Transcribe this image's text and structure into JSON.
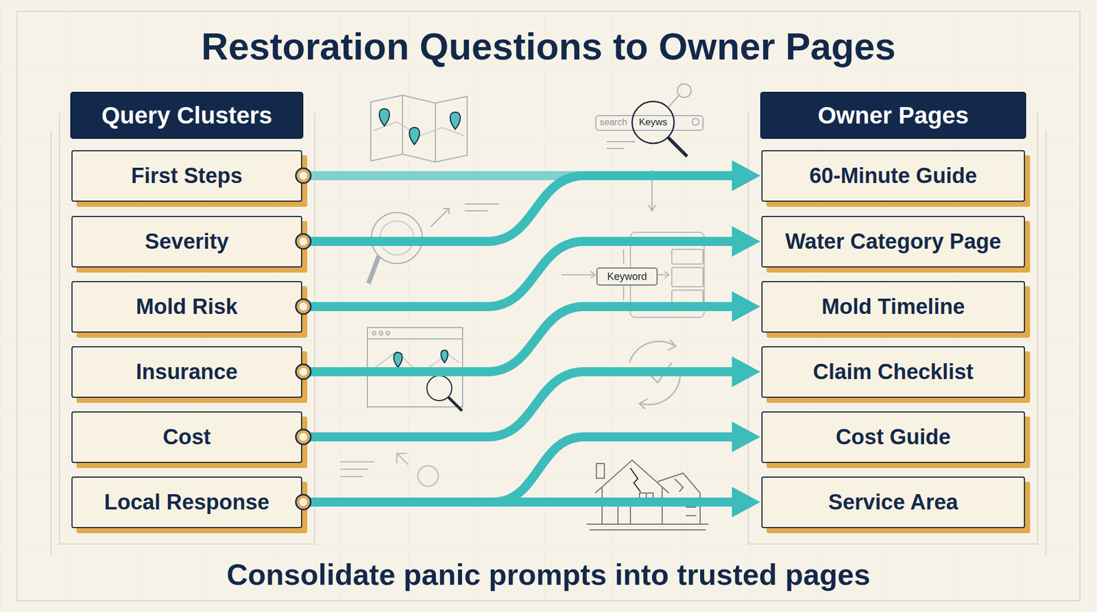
{
  "diagram": {
    "title": "Restoration Questions to Owner Pages",
    "caption": "Consolidate panic prompts into trusted pages",
    "nodes": [
      {
        "text": [
          "Query Clusters"
        ]
      },
      {
        "text": [
          "Owner Pages"
        ]
      },
      {
        "text": [
          "First Steps"
        ]
      },
      {
        "text": [
          "60-Minute Guide"
        ]
      },
      {
        "text": [
          "Severity"
        ]
      },
      {
        "text": [
          "Water Category Page"
        ]
      },
      {
        "text": [
          "Mold Risk"
        ]
      },
      {
        "text": [
          "Mold Timeline"
        ]
      },
      {
        "text": [
          "Insurance"
        ]
      },
      {
        "text": [
          "Claim Checklist"
        ]
      },
      {
        "text": [
          "Cost"
        ]
      },
      {
        "text": [
          "Cost Guide"
        ]
      },
      {
        "text": [
          "Local Response"
        ]
      },
      {
        "text": [
          "Service Area"
        ]
      }
    ],
    "edges": [
      {
        "from": 2,
        "to": 3,
        "arrow": "to"
      },
      {
        "from": 4,
        "to": 3,
        "arrow": "to"
      },
      {
        "from": 6,
        "to": 5,
        "arrow": "to"
      },
      {
        "from": 8,
        "to": 7,
        "arrow": "to"
      },
      {
        "from": 10,
        "to": 9,
        "arrow": "to"
      },
      {
        "from": 12,
        "to": 11,
        "arrow": "to"
      },
      {
        "from": 12,
        "to": 13,
        "arrow": "to"
      }
    ],
    "labels": [
      "search",
      "Keyws",
      "Keyword"
    ]
  }
}
